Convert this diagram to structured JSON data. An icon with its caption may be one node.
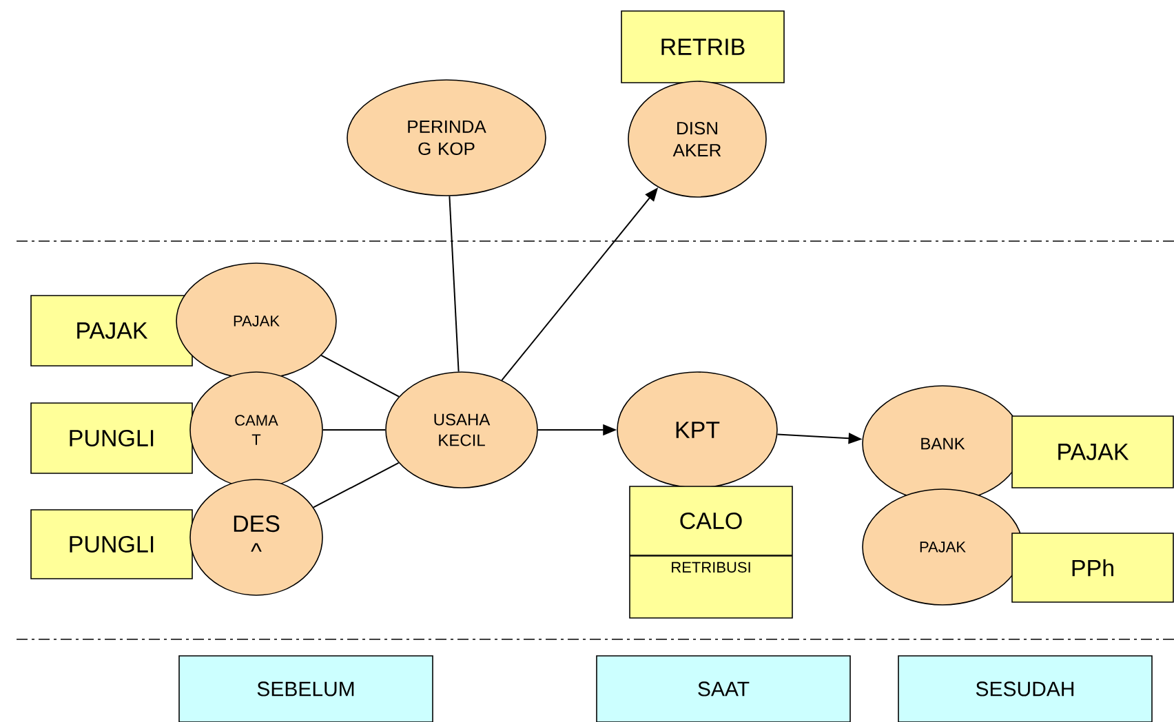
{
  "diagram": {
    "nodes": [
      {
        "text": [
          "RETRIB"
        ]
      },
      {
        "text": [
          "PERINDA G KOP"
        ]
      },
      {
        "text": [
          "DISN AKER"
        ]
      },
      {
        "text": [
          "PAJAK"
        ]
      },
      {
        "text": [
          "PAJAK"
        ]
      },
      {
        "text": [
          "PUNGLI"
        ]
      },
      {
        "text": [
          "CAMA T"
        ]
      },
      {
        "text": [
          "PUNGLI"
        ]
      },
      {
        "text": [
          "DES ^"
        ]
      },
      {
        "text": [
          "USAHA KECIL"
        ]
      },
      {
        "text": [
          "KPT"
        ]
      },
      {
        "text": [
          "CALO"
        ]
      },
      {
        "text": [
          "RETRIBUSI"
        ]
      },
      {
        "text": [
          "BANK"
        ]
      },
      {
        "text": [
          "PAJAK"
        ]
      },
      {
        "text": [
          "PAJAK"
        ]
      },
      {
        "text": [
          "PPh"
        ]
      },
      {
        "text": [
          "SEBELUM"
        ]
      },
      {
        "text": [
          "SAAT"
        ]
      },
      {
        "text": [
          "SESUDAH"
        ]
      }
    ],
    "edges": [
      {
        "from": 1,
        "to": 9,
        "arrow": "none"
      },
      {
        "from": 4,
        "to": 9,
        "arrow": "none"
      },
      {
        "from": 6,
        "to": 9,
        "arrow": "none"
      },
      {
        "from": 8,
        "to": 9,
        "arrow": "none"
      },
      {
        "from": 9,
        "to": 2,
        "arrow": "to"
      },
      {
        "from": 9,
        "to": 10,
        "arrow": "to"
      },
      {
        "from": 10,
        "to": 13,
        "arrow": "to"
      }
    ]
  }
}
